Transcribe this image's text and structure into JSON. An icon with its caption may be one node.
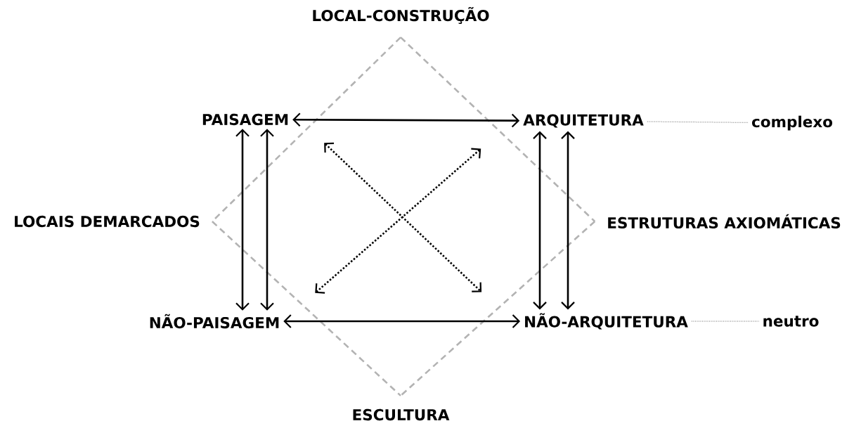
{
  "diagram": {
    "nodes": [
      {
        "text": [
          "PAISAGEM"
        ]
      },
      {
        "text": [
          "ARQUITETURA"
        ]
      },
      {
        "text": [
          "NÃO-PAISAGEM"
        ]
      },
      {
        "text": [
          "NÃO-ARQUITETURA"
        ]
      },
      {
        "text": [
          "LOCAL-CONSTRUÇÃO"
        ]
      },
      {
        "text": [
          "LOCAIS DEMARCADOS"
        ]
      },
      {
        "text": [
          "ESTRUTURAS AXIOMÁTICAS"
        ]
      },
      {
        "text": [
          "ESCULTURA"
        ]
      },
      {
        "text": [
          "complexo"
        ]
      },
      {
        "text": [
          "neutro"
        ]
      }
    ],
    "edges": [
      {
        "from": 4,
        "to": 5,
        "arrow": "none",
        "style": "dashed",
        "color": "#b3b3b3"
      },
      {
        "from": 4,
        "to": 6,
        "arrow": "none",
        "style": "dashed",
        "color": "#b3b3b3"
      },
      {
        "from": 5,
        "to": 7,
        "arrow": "none",
        "style": "dashed",
        "color": "#b3b3b3"
      },
      {
        "from": 6,
        "to": 7,
        "arrow": "none",
        "style": "dashed",
        "color": "#b3b3b3"
      },
      {
        "from": 0,
        "to": 1,
        "arrow": "both"
      },
      {
        "from": 2,
        "to": 3,
        "arrow": "both"
      },
      {
        "from": 0,
        "to": 2,
        "arrow": "both"
      },
      {
        "from": 0,
        "to": 2,
        "arrow": "both"
      },
      {
        "from": 1,
        "to": 3,
        "arrow": "both"
      },
      {
        "from": 1,
        "to": 3,
        "arrow": "both"
      },
      {
        "from": 0,
        "to": 3,
        "arrow": "both",
        "style": "dashed"
      },
      {
        "from": 1,
        "to": 2,
        "arrow": "both",
        "style": "dashed"
      },
      {
        "from": 1,
        "to": 8,
        "arrow": "none",
        "style": "dashed",
        "color": "#666666"
      },
      {
        "from": 3,
        "to": 9,
        "arrow": "none",
        "style": "dashed",
        "color": "#666666"
      }
    ]
  }
}
